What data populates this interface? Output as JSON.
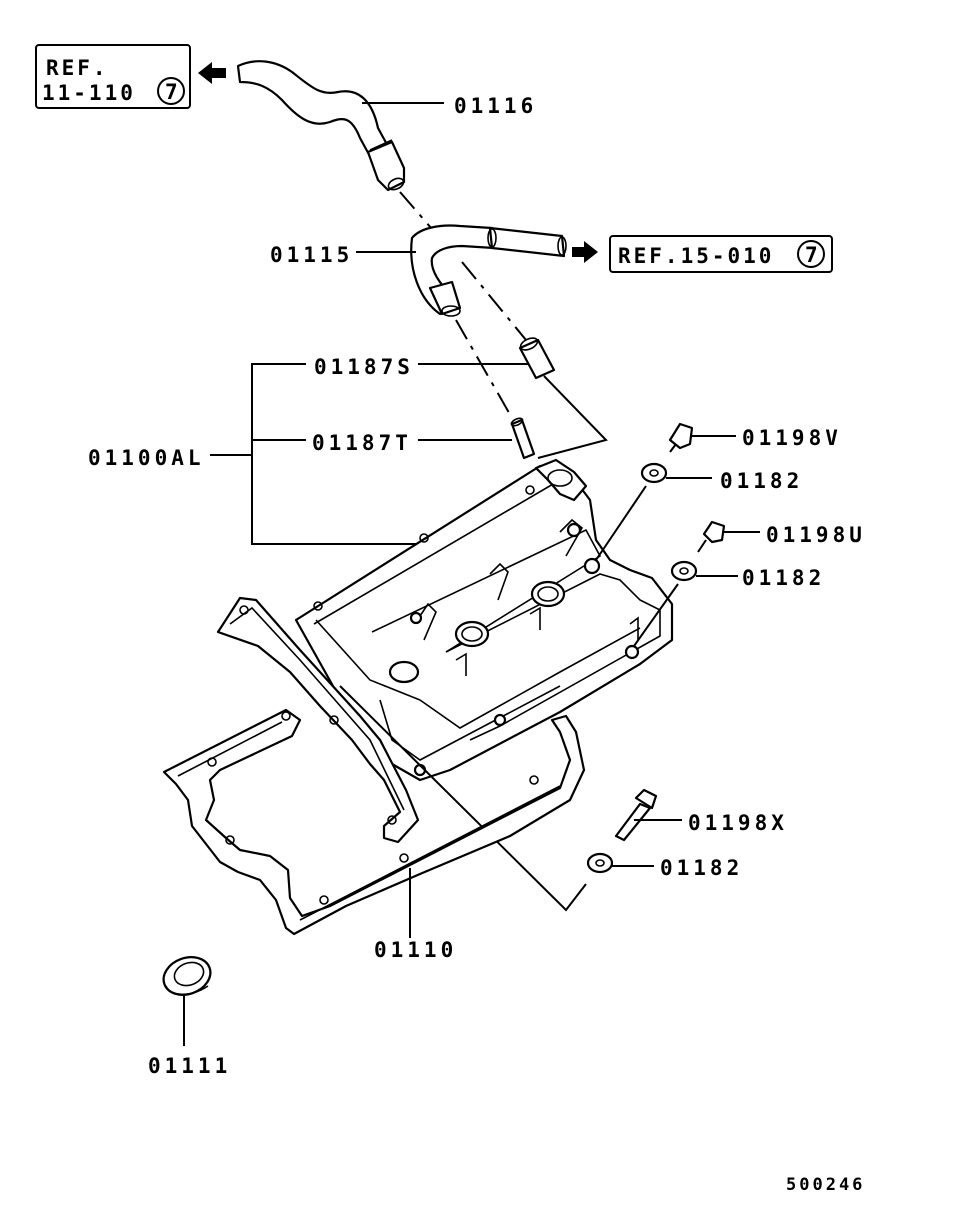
{
  "refs": {
    "ref_hose_top_line1": "REF.",
    "ref_hose_top_line2": "11-110",
    "ref_hose_top_circle": "7",
    "ref_pipe_right": "REF.15-010",
    "ref_pipe_right_circle": "7"
  },
  "labels": {
    "hose_upper": "01116",
    "hose_lower": "01115",
    "grommet_s": "01187S",
    "grommet_t": "01187T",
    "cover_assy": "01100AL",
    "bolt_v": "01198V",
    "washer_1": "01182",
    "bolt_u": "01198U",
    "washer_2": "01182",
    "bolt_x": "01198X",
    "washer_3": "01182",
    "gasket": "01110",
    "seal_ring": "01111"
  },
  "figure_number": "500246"
}
